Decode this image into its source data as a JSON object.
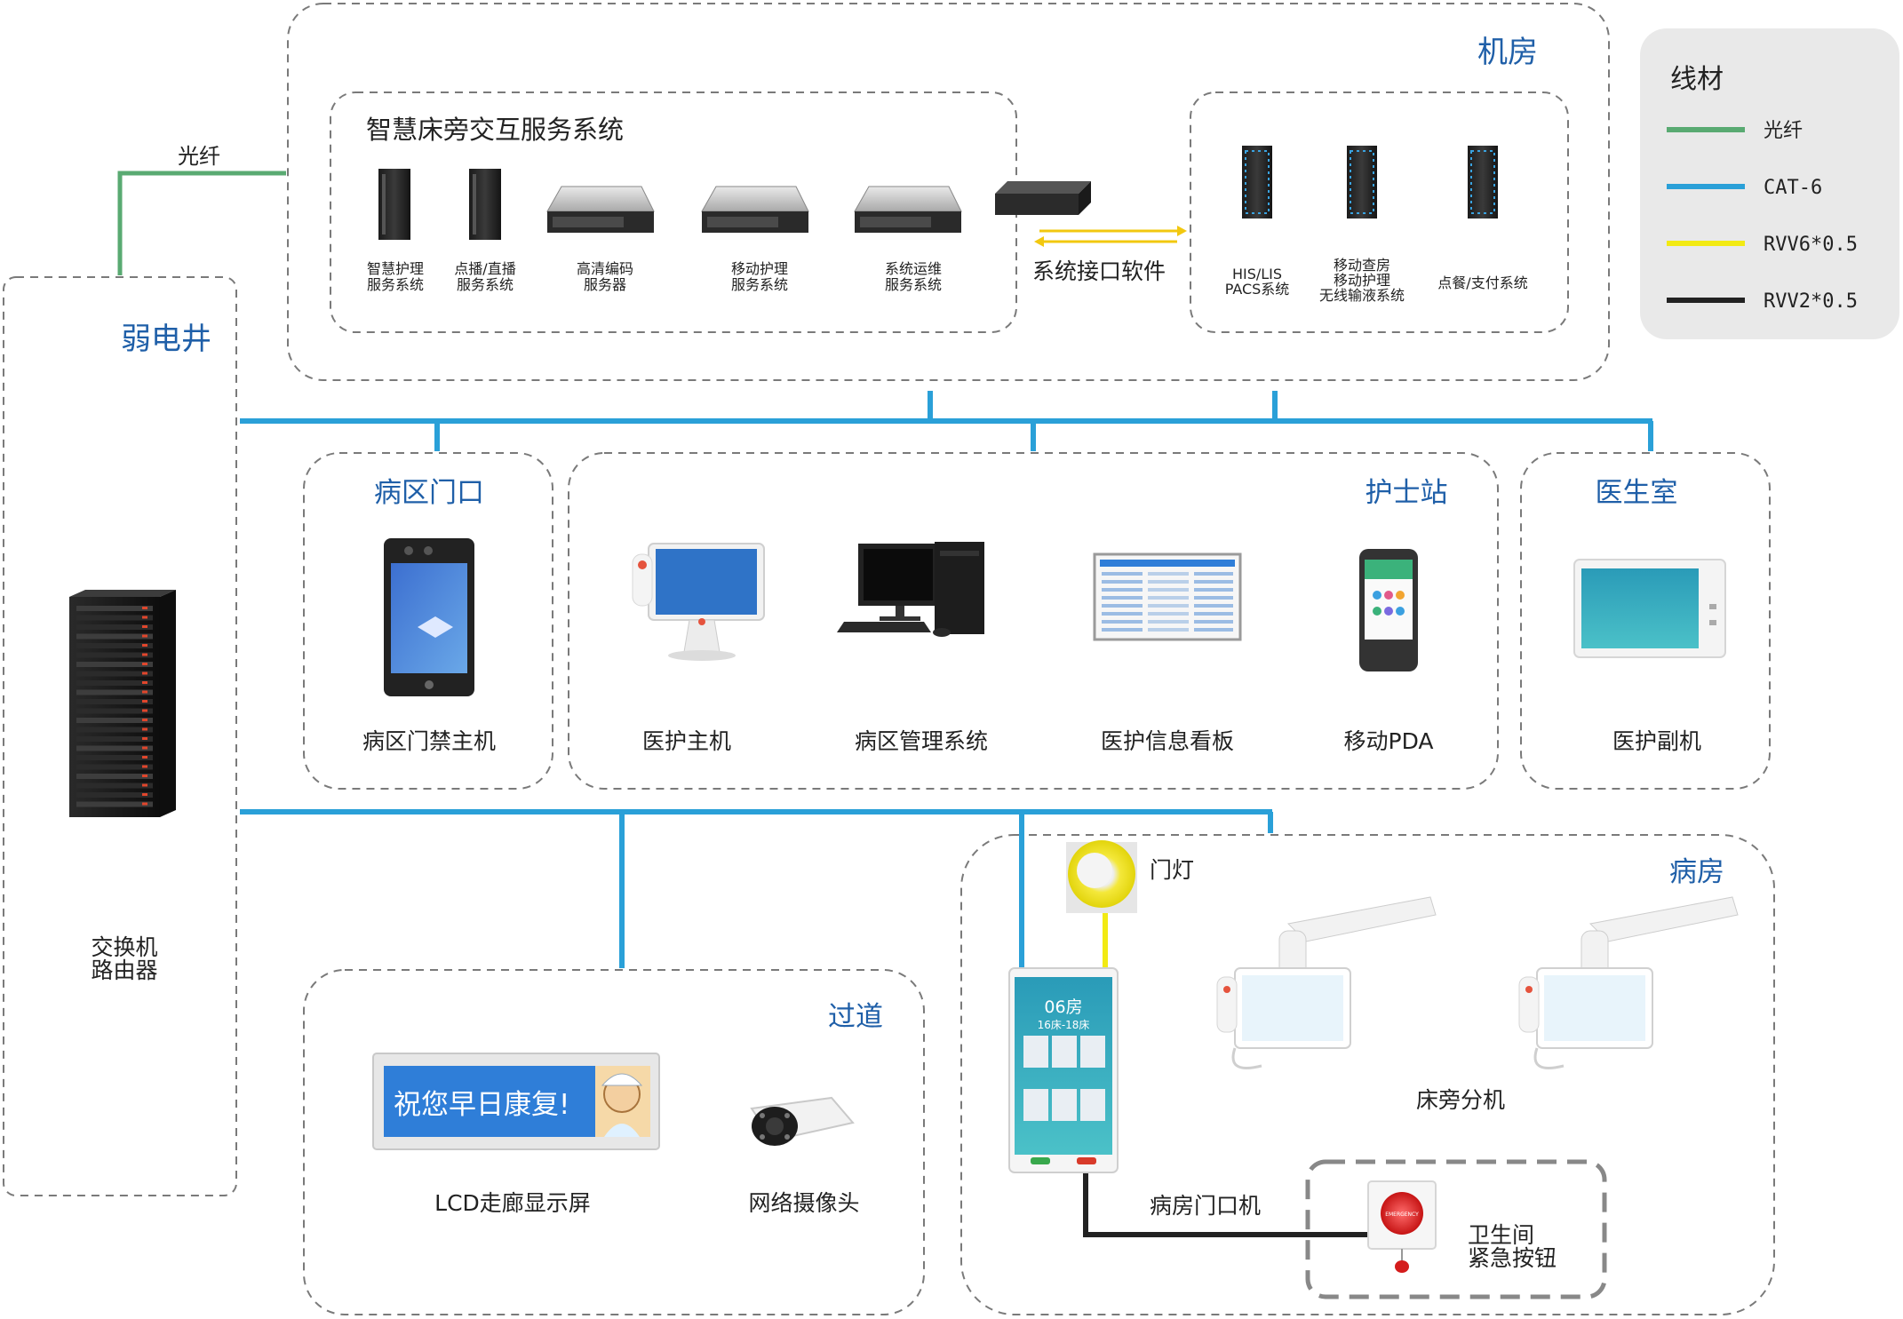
{
  "legend": {
    "title": "线材",
    "items": [
      {
        "label": "光纤",
        "color": "#59aa72"
      },
      {
        "label": "CAT-6",
        "color": "#2aa0d8"
      },
      {
        "label": "RVV6*0.5",
        "color": "#f2ea13"
      },
      {
        "label": "RVV2*0.5",
        "color": "#222222"
      }
    ]
  },
  "zones": {
    "machine_room": "机房",
    "weak_well": "弱电井",
    "ward_entrance": "病区门口",
    "nurse_station": "护士站",
    "doctor_office": "医生室",
    "corridor": "过道",
    "ward_room": "病房"
  },
  "labels": {
    "fiber": "光纤",
    "smart_bedside_system": "智慧床旁交互服务系统",
    "interface_software": "系统接口软件",
    "switch_router": [
      "交换机",
      "路由器"
    ],
    "door_light": "门灯",
    "ward_door_unit": "病房门口机",
    "bathroom_button": [
      "卫生间",
      "紧急按钮"
    ],
    "emergency": "EMERGENCY"
  },
  "servers": [
    {
      "label": [
        "智慧护理",
        "服务系统"
      ]
    },
    {
      "label": [
        "点播/直播",
        "服务系统"
      ]
    },
    {
      "label": [
        "高清编码",
        "服务器"
      ]
    },
    {
      "label": [
        "移动护理",
        "服务系统"
      ]
    },
    {
      "label": [
        "系统运维",
        "服务系统"
      ]
    }
  ],
  "external_systems": [
    {
      "label": [
        "HIS/LIS",
        "PACS系统"
      ]
    },
    {
      "label": [
        "移动查房",
        "移动护理",
        "无线输液系统"
      ]
    },
    {
      "label": [
        "点餐/支付系统"
      ]
    }
  ],
  "devices": {
    "ward_access_host": "病区门禁主机",
    "medical_host": "医护主机",
    "ward_management": "病区管理系统",
    "info_board": "医护信息看板",
    "mobile_pda": "移动PDA",
    "medical_sub": "医护副机",
    "lcd_display": "LCD走廊显示屏",
    "lcd_text": "祝您早日康复!",
    "camera": "网络摄像头",
    "bedside_unit": "床旁分机"
  },
  "door_panel": {
    "room": "06房",
    "beds": "16床-18床"
  }
}
